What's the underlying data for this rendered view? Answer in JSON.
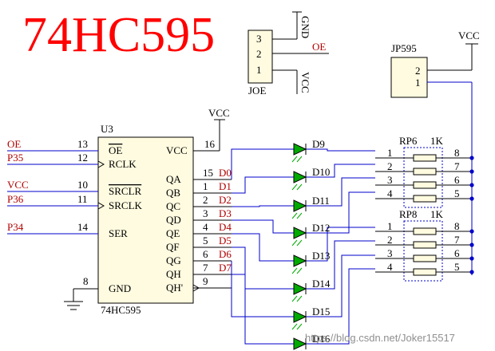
{
  "title": "74HC595",
  "chip": {
    "ref": "U3",
    "part": "74HC595",
    "pins": [
      {
        "num": "13",
        "name": "OE",
        "overline": true
      },
      {
        "num": "12",
        "name": "RCLK"
      },
      {
        "num": "10",
        "name": "SRCLR",
        "overline": true
      },
      {
        "num": "11",
        "name": "SRCLK"
      },
      {
        "num": "14",
        "name": "SER"
      },
      {
        "num": "8",
        "name": "GND"
      },
      {
        "num": "16",
        "name": "VCC"
      },
      {
        "num": "15",
        "name": "QA"
      },
      {
        "num": "1",
        "name": "QB"
      },
      {
        "num": "2",
        "name": "QC"
      },
      {
        "num": "3",
        "name": "QD"
      },
      {
        "num": "4",
        "name": "QE"
      },
      {
        "num": "5",
        "name": "QF"
      },
      {
        "num": "6",
        "name": "QG"
      },
      {
        "num": "7",
        "name": "QH"
      },
      {
        "num": "9",
        "name": "QH'"
      }
    ]
  },
  "input_nets": [
    "OE",
    "P35",
    "VCC",
    "P36",
    "P34"
  ],
  "output_nets": [
    "D0",
    "D1",
    "D2",
    "D3",
    "D4",
    "D5",
    "D6",
    "D7"
  ],
  "vcc_label": "VCC",
  "leds": [
    "D9",
    "D10",
    "D11",
    "D12",
    "D13",
    "D14",
    "D15",
    "D16"
  ],
  "joe": {
    "ref": "JOE",
    "pins": [
      "3",
      "2",
      "1"
    ],
    "nets": [
      "GND",
      "OE",
      "VCC"
    ]
  },
  "jp595": {
    "ref": "JP595",
    "pins": [
      "2",
      "1"
    ]
  },
  "resistor_networks": [
    {
      "ref": "RP6",
      "value": "1K",
      "pins_left": [
        "1",
        "2",
        "3",
        "4"
      ],
      "pins_right": [
        "8",
        "7",
        "6",
        "5"
      ]
    },
    {
      "ref": "RP8",
      "value": "1K",
      "pins_left": [
        "1",
        "2",
        "3",
        "4"
      ],
      "pins_right": [
        "8",
        "7",
        "6",
        "5"
      ]
    }
  ],
  "watermark": "https://blog.csdn.net/Joker15517",
  "colors": {
    "wire": "#0000cc",
    "net_label": "#b00000",
    "title": "#ff0000",
    "led_fill": "#00aa00",
    "body_fill": "#fffbe0"
  }
}
